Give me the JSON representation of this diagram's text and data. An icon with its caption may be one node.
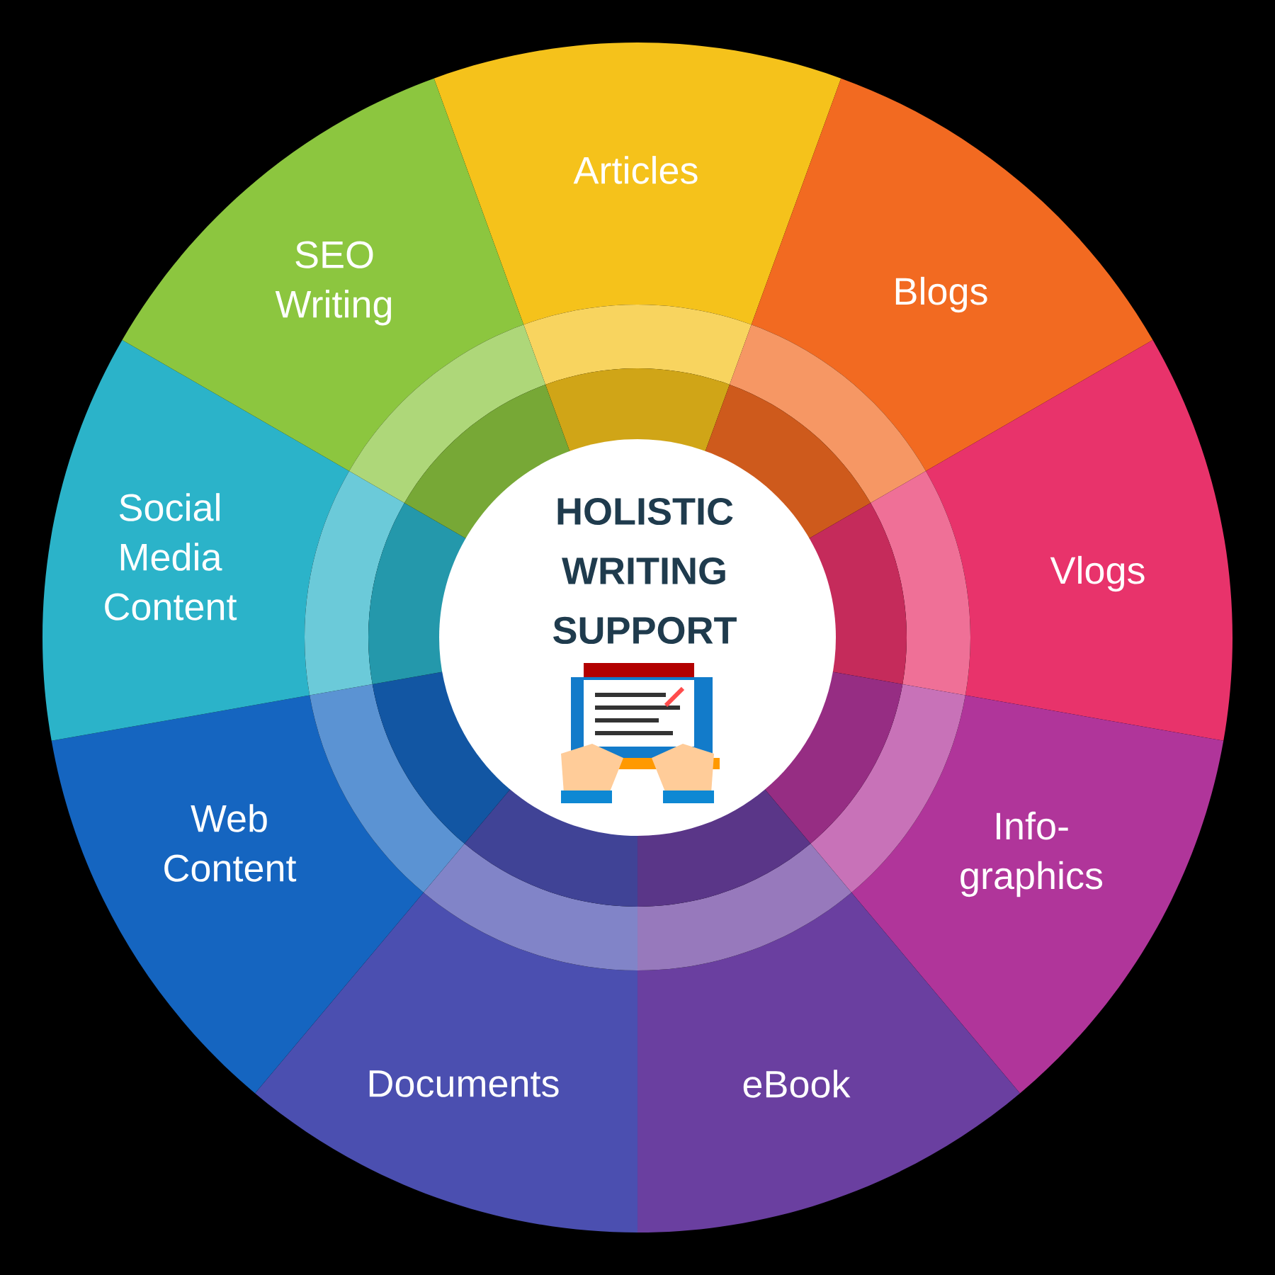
{
  "diagram": {
    "nodes": [
      {
        "text": [
          "HOLISTIC WRITING SUPPORT"
        ]
      },
      {
        "text": [
          "Articles"
        ]
      },
      {
        "text": [
          "Blogs"
        ]
      },
      {
        "text": [
          "Vlogs"
        ]
      },
      {
        "text": [
          "Info- graphics"
        ]
      },
      {
        "text": [
          "eBook"
        ]
      },
      {
        "text": [
          "Documents"
        ]
      },
      {
        "text": [
          "Web Content"
        ]
      },
      {
        "text": [
          "Social Media Content"
        ]
      },
      {
        "text": [
          "SEO Writing"
        ]
      }
    ]
  }
}
